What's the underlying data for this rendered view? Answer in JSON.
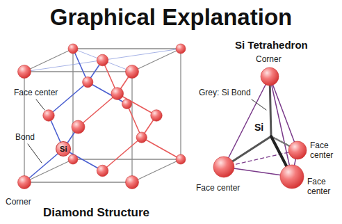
{
  "diagram": {
    "title": "Graphical Explanation",
    "nodes": [
      {
        "text": [
          "Si"
        ]
      }
    ],
    "labels": [
      "Face center",
      "Bond",
      "Corner",
      "Diamond Structure",
      "Si Tetrahedron",
      "Corner",
      "Grey: Si Bond",
      "Si",
      "Face center",
      "Face center",
      "Face center"
    ]
  }
}
